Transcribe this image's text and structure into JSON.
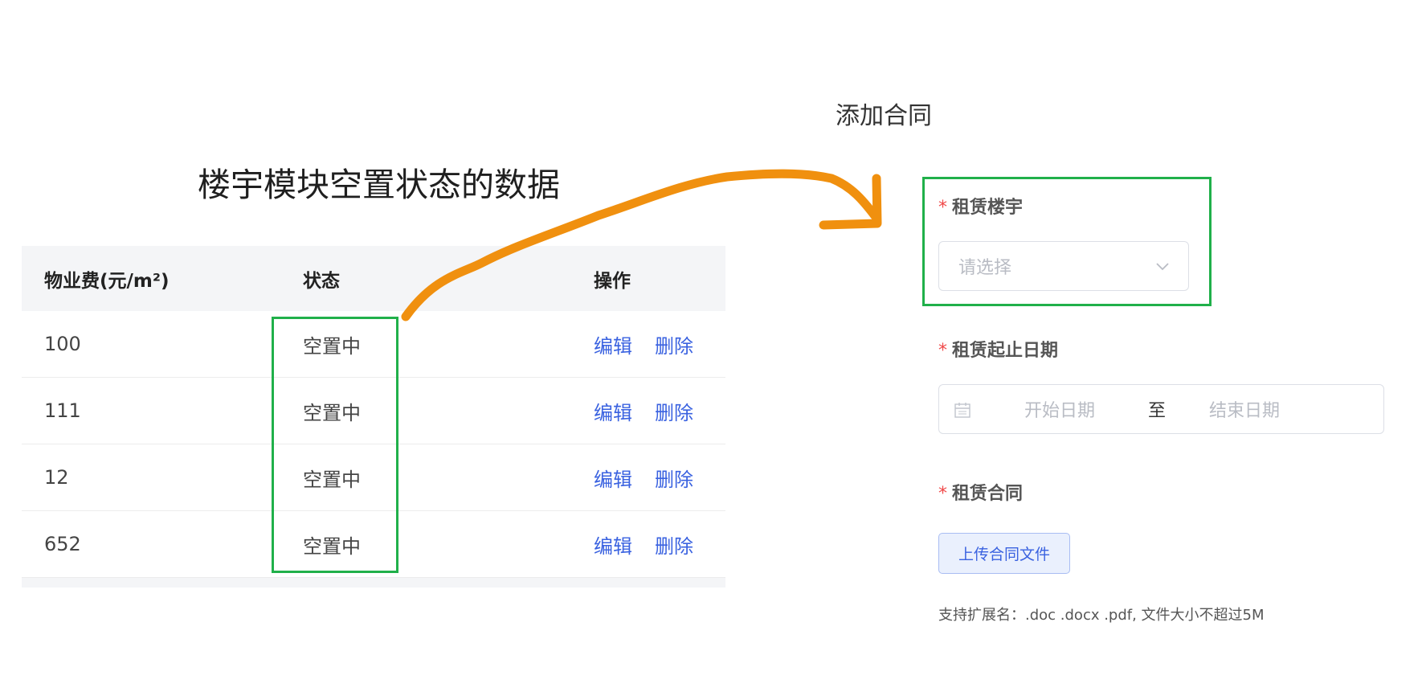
{
  "annotation": {
    "title": "楼宇模块空置状态的数据"
  },
  "table": {
    "headers": {
      "fee": "物业费(元/m²)",
      "status": "状态",
      "ops": "操作"
    },
    "rows": [
      {
        "fee": "100",
        "status": "空置中",
        "edit": "编辑",
        "delete": "删除"
      },
      {
        "fee": "111",
        "status": "空置中",
        "edit": "编辑",
        "delete": "删除"
      },
      {
        "fee": "12",
        "status": "空置中",
        "edit": "编辑",
        "delete": "删除"
      },
      {
        "fee": "652",
        "status": "空置中",
        "edit": "编辑",
        "delete": "删除"
      }
    ]
  },
  "form": {
    "title": "添加合同",
    "building": {
      "required_mark": "*",
      "label": "租赁楼宇",
      "placeholder": "请选择"
    },
    "date_range": {
      "required_mark": "*",
      "label": "租赁起止日期",
      "start_placeholder": "开始日期",
      "separator": "至",
      "end_placeholder": "结束日期"
    },
    "contract": {
      "required_mark": "*",
      "label": "租赁合同",
      "upload_button": "上传合同文件",
      "hint": "支持扩展名：.doc .docx .pdf, 文件大小不超过5M"
    }
  },
  "colors": {
    "highlight": "#20b04a",
    "arrow": "#f0900f",
    "link": "#3a62e0",
    "required": "#f04848"
  }
}
